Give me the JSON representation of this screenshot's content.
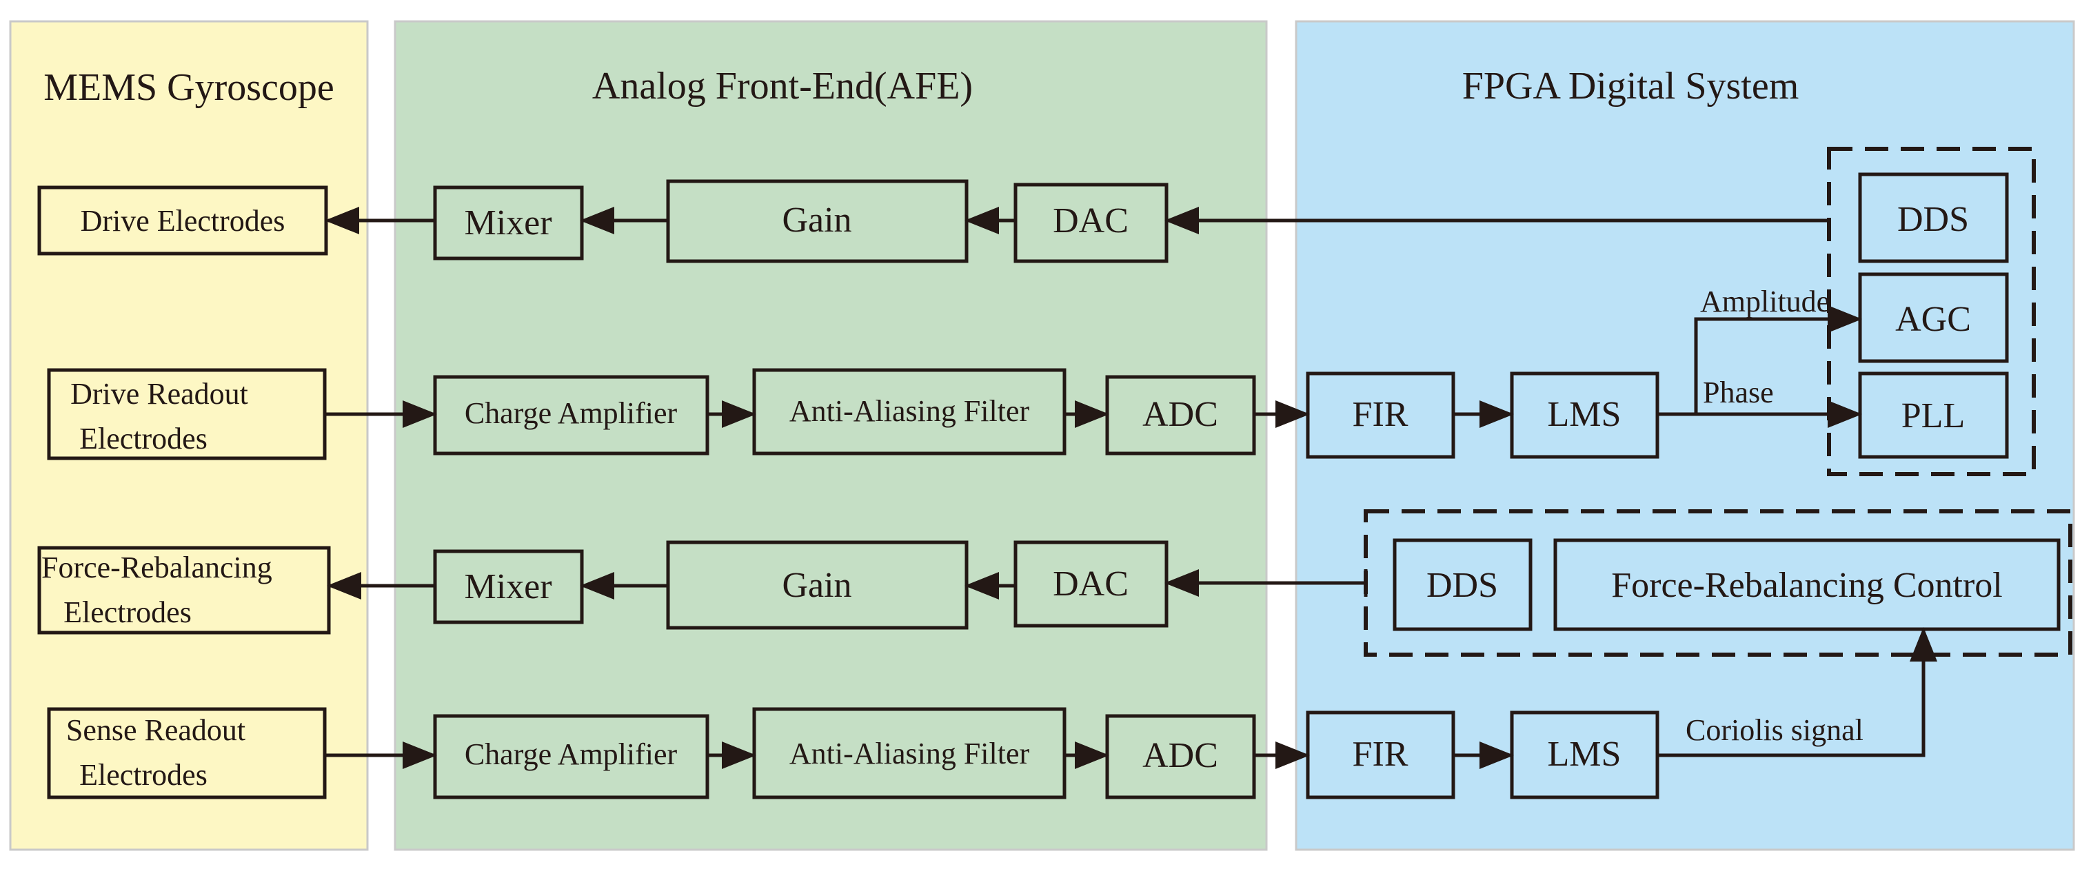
{
  "colors": {
    "mems_bg": "#fdf7c4",
    "afe_bg": "#c5dfc5",
    "fpga_bg": "#bce2f7",
    "panel_border": "#c9c9c9",
    "ink": "#231815"
  },
  "panels": {
    "mems": {
      "title": "MEMS Gyroscope"
    },
    "afe": {
      "title": "Analog Front-End(AFE)"
    },
    "fpga": {
      "title": "FPGA Digital System"
    }
  },
  "mems_blocks": {
    "drive_electrodes": "Drive Electrodes",
    "drive_readout_l1": "Drive Readout",
    "drive_readout_l2": "Electrodes",
    "force_rebalancing_l1": "Force-Rebalancing",
    "force_rebalancing_l2": "Electrodes",
    "sense_readout_l1": "Sense Readout",
    "sense_readout_l2": "Electrodes"
  },
  "afe_blocks": {
    "row1": {
      "mixer": "Mixer",
      "gain": "Gain",
      "dac": "DAC"
    },
    "row2": {
      "charge_amp": "Charge Amplifier",
      "aa_filter": "Anti-Aliasing Filter",
      "adc": "ADC"
    },
    "row3": {
      "mixer": "Mixer",
      "gain": "Gain",
      "dac": "DAC"
    },
    "row4": {
      "charge_amp": "Charge Amplifier",
      "aa_filter": "Anti-Aliasing Filter",
      "adc": "ADC"
    }
  },
  "fpga_blocks": {
    "row2": {
      "fir": "FIR",
      "lms": "LMS"
    },
    "drive_loop": {
      "dds": "DDS",
      "agc": "AGC",
      "pll": "PLL"
    },
    "row3": {
      "dds": "DDS",
      "frc": "Force-Rebalancing Control"
    },
    "row4": {
      "fir": "FIR",
      "lms": "LMS"
    }
  },
  "signal_labels": {
    "amplitude": "Amplitude",
    "phase": "Phase",
    "coriolis": "Coriolis signal"
  }
}
